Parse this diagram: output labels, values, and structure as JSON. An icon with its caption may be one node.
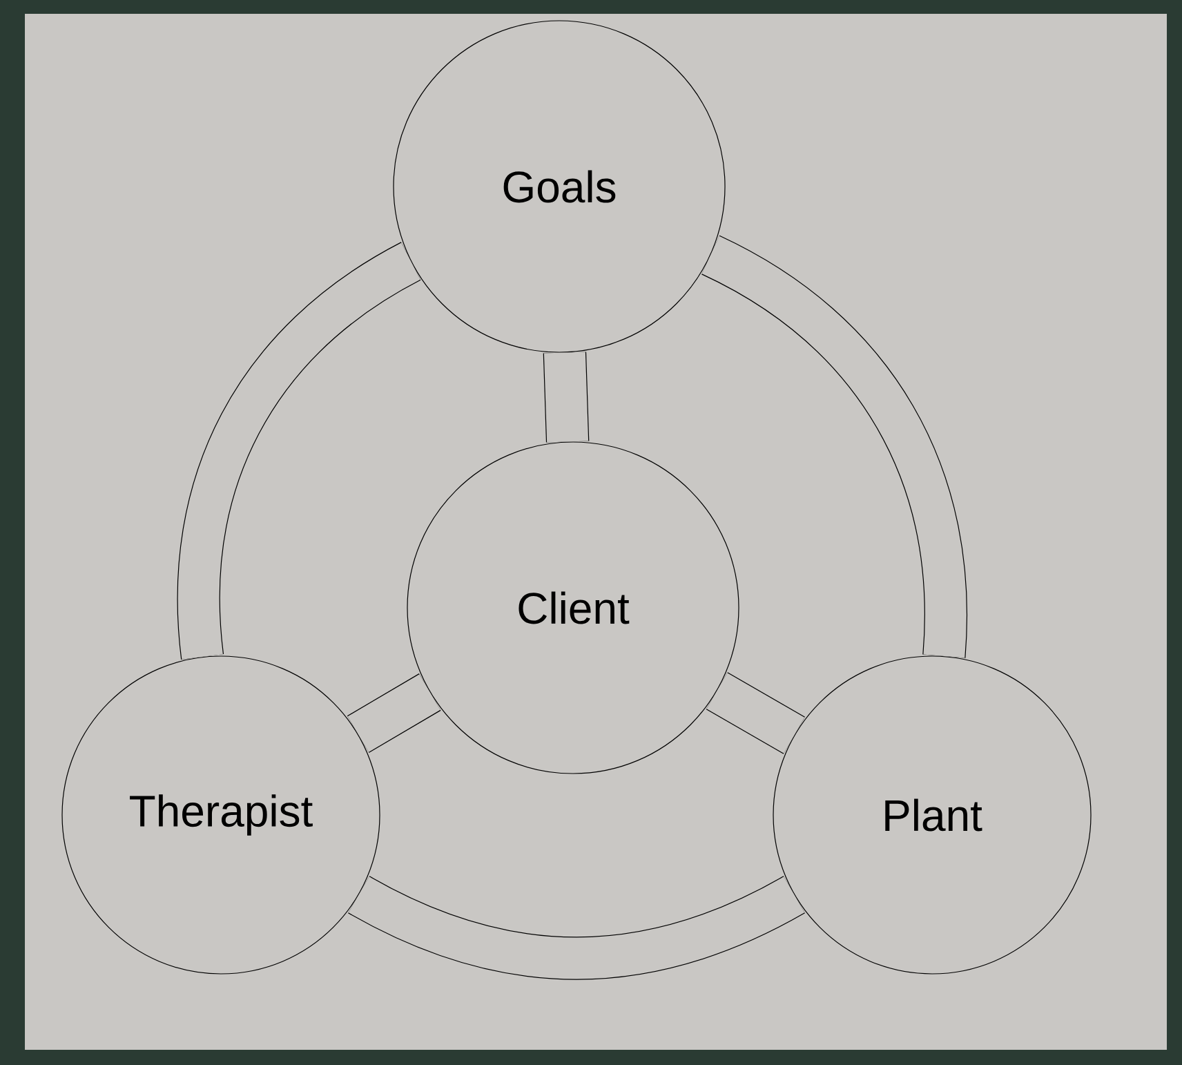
{
  "diagram": {
    "nodes": [
      {
        "text": [
          "Goals"
        ]
      },
      {
        "text": [
          "Client"
        ]
      },
      {
        "text": [
          "Therapist"
        ]
      },
      {
        "text": [
          "Plant"
        ]
      }
    ],
    "edges": [
      {
        "from": 0,
        "to": 1,
        "arrow": "none"
      },
      {
        "from": 1,
        "to": 2,
        "arrow": "none"
      },
      {
        "from": 1,
        "to": 3,
        "arrow": "none"
      },
      {
        "from": 0,
        "to": 2,
        "arrow": "none"
      },
      {
        "from": 0,
        "to": 3,
        "arrow": "none"
      },
      {
        "from": 2,
        "to": 3,
        "arrow": "none"
      }
    ]
  }
}
